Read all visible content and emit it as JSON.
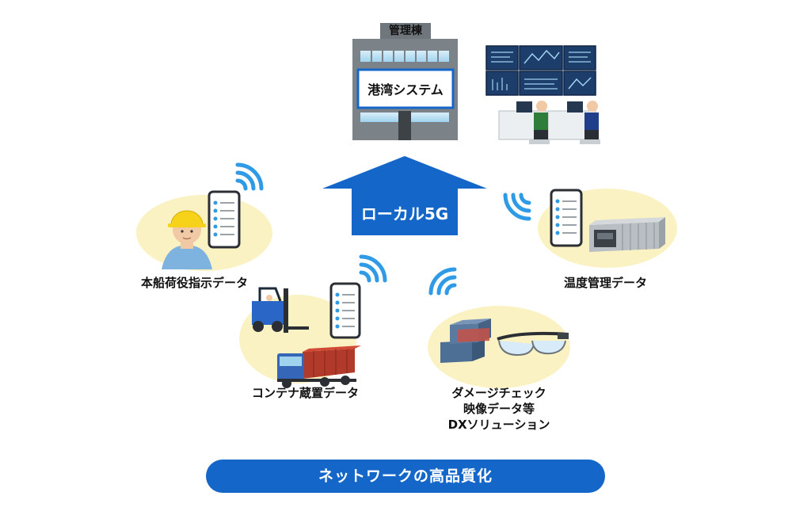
{
  "building": {
    "name": "管理棟",
    "system": "港湾システム"
  },
  "network": {
    "arrow_label": "ローカル5G"
  },
  "nodes": {
    "worker": "本船荷役指示データ",
    "temperature": "温度管理データ",
    "container": "コンテナ蔵置データ",
    "damage": {
      "line1": "ダメージチェック",
      "line2": "映像データ等",
      "line3": "DXソリューション"
    }
  },
  "footer": {
    "banner": "ネットワークの高品質化"
  },
  "colors": {
    "accent": "#1467c8",
    "bubble": "#fbf2c3",
    "wifi": "#2f9be6",
    "building": "#7b8288"
  },
  "icons": [
    "building-icon",
    "control-room-icon",
    "wifi-icon",
    "smartphone-icon",
    "worker-icon",
    "forklift-icon",
    "truck-icon",
    "reefer-container-icon",
    "container-stack-icon",
    "smart-glasses-icon"
  ]
}
